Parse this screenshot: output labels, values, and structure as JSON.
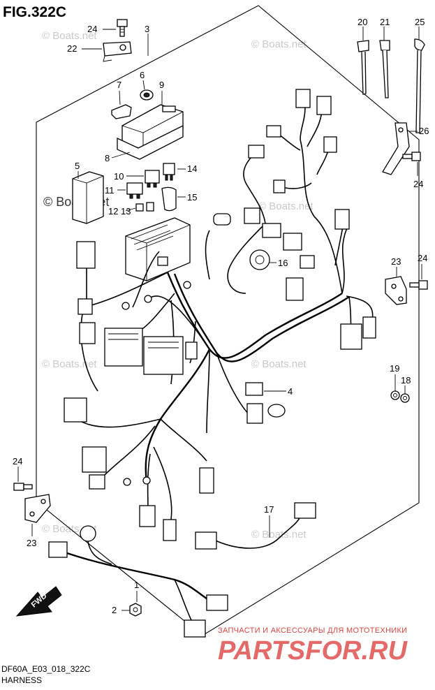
{
  "figure": {
    "title": "FIG.322C"
  },
  "footer": {
    "code": "DF60A_E03_018_322C",
    "name": "HARNESS"
  },
  "watermarks": {
    "small": "© Boats.net",
    "large": "© Boats.net"
  },
  "branding": {
    "tagline": "ЗАПЧАСТИ И АКСЕССУАРЫ ДЛЯ МОТОТЕХНИКИ",
    "logo": "PARTSFOR.RU"
  },
  "fwd_arrow": {
    "label": "FWD"
  },
  "callouts": [
    {
      "id": "24a",
      "text": "24"
    },
    {
      "id": "22",
      "text": "22"
    },
    {
      "id": "3",
      "text": "3"
    },
    {
      "id": "6",
      "text": "6"
    },
    {
      "id": "7",
      "text": "7"
    },
    {
      "id": "9",
      "text": "9"
    },
    {
      "id": "8",
      "text": "8"
    },
    {
      "id": "5",
      "text": "5"
    },
    {
      "id": "10",
      "text": "10"
    },
    {
      "id": "14",
      "text": "14"
    },
    {
      "id": "11",
      "text": "11"
    },
    {
      "id": "15",
      "text": "15"
    },
    {
      "id": "12",
      "text": "12"
    },
    {
      "id": "13",
      "text": "13"
    },
    {
      "id": "20",
      "text": "20"
    },
    {
      "id": "21",
      "text": "21"
    },
    {
      "id": "25",
      "text": "25"
    },
    {
      "id": "26",
      "text": "26"
    },
    {
      "id": "24b",
      "text": "24"
    },
    {
      "id": "16",
      "text": "16"
    },
    {
      "id": "23a",
      "text": "23"
    },
    {
      "id": "24c",
      "text": "24"
    },
    {
      "id": "19",
      "text": "19"
    },
    {
      "id": "18",
      "text": "18"
    },
    {
      "id": "4",
      "text": "4"
    },
    {
      "id": "24d",
      "text": "24"
    },
    {
      "id": "23b",
      "text": "23"
    },
    {
      "id": "17",
      "text": "17"
    },
    {
      "id": "1",
      "text": "1"
    },
    {
      "id": "2",
      "text": "2"
    }
  ]
}
